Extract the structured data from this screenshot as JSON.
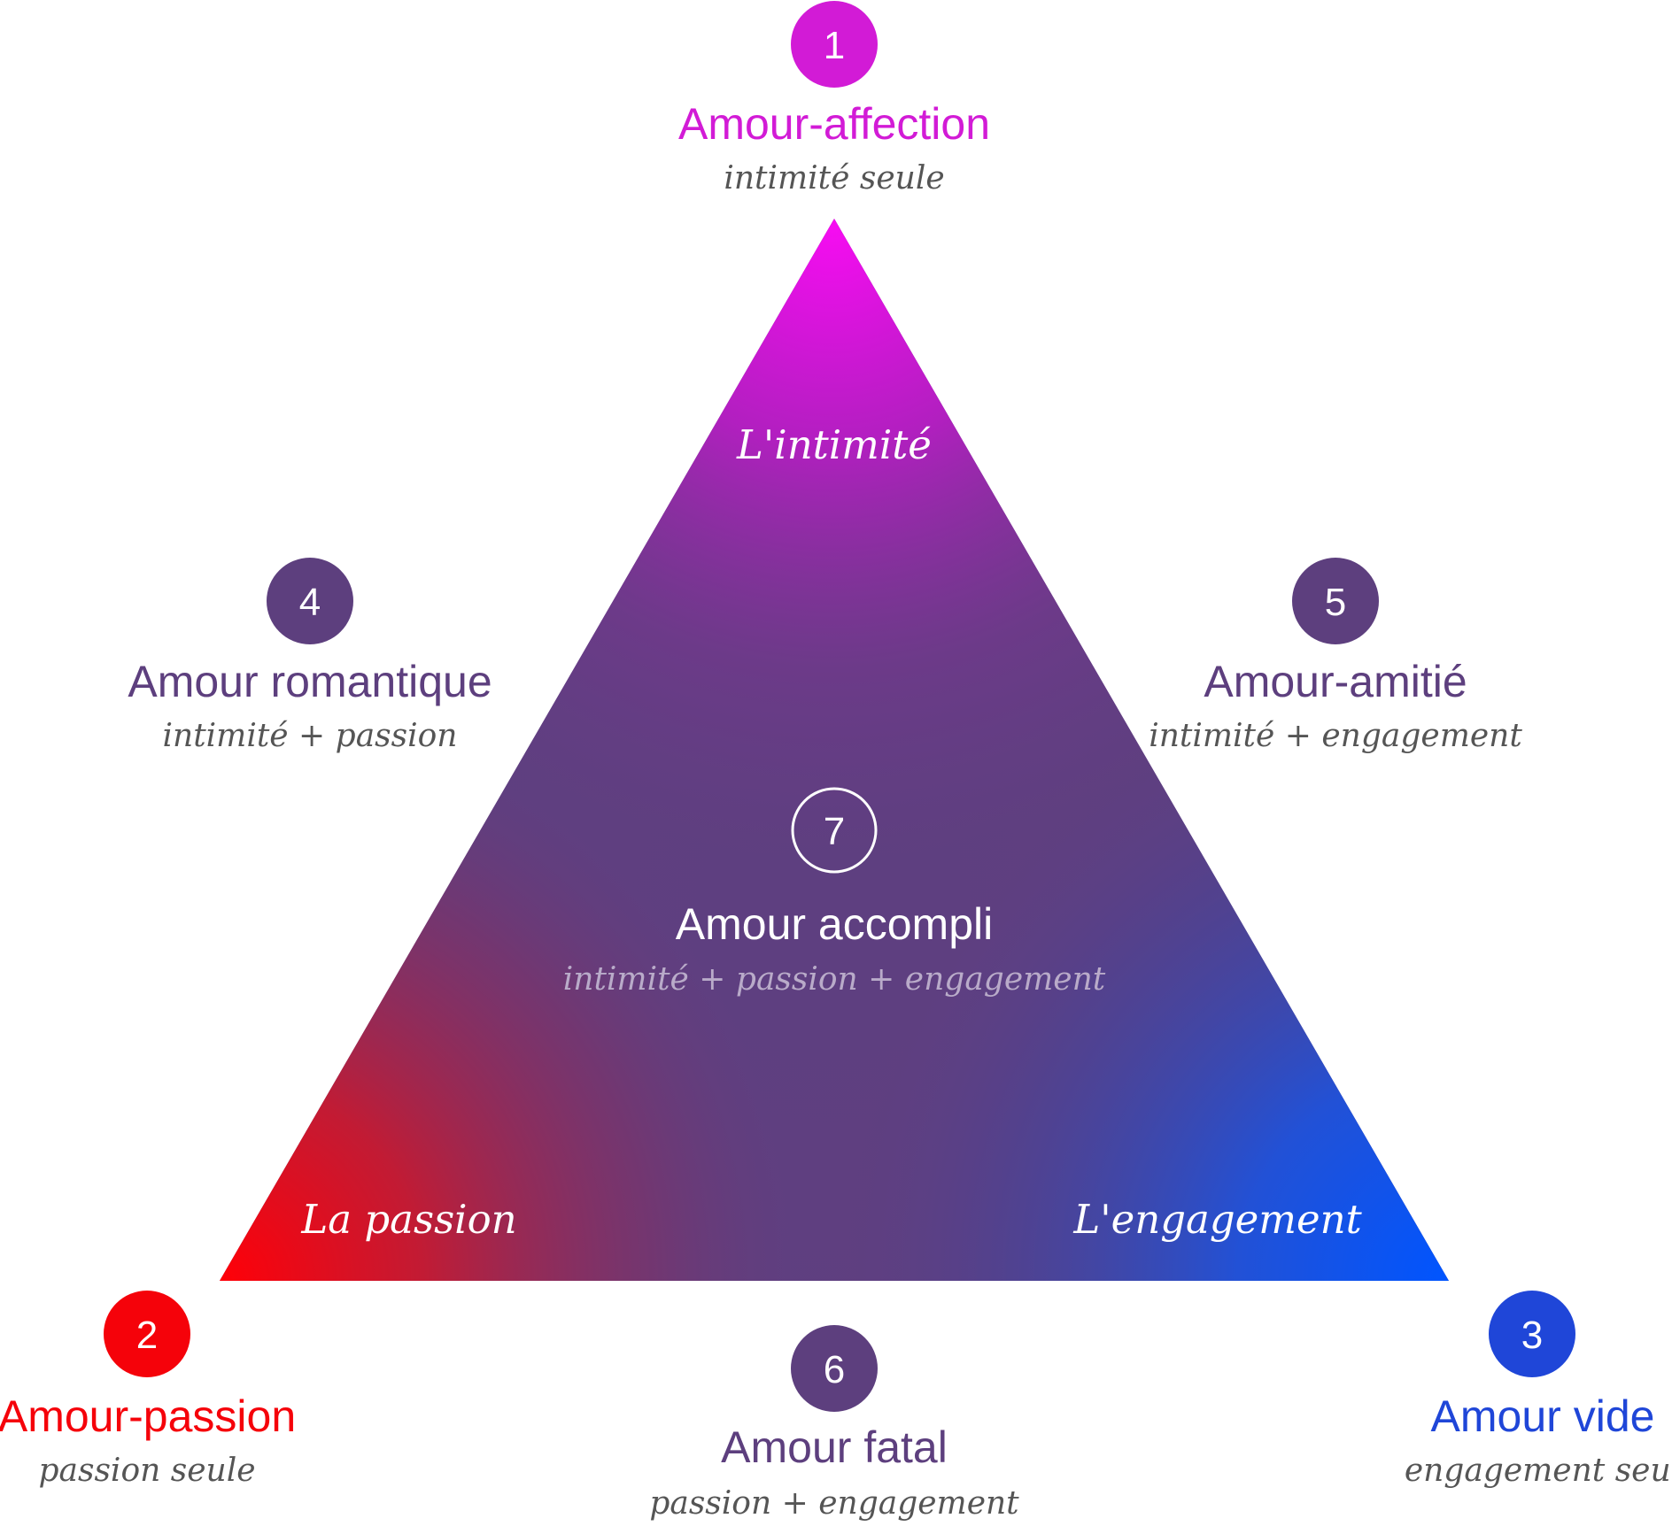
{
  "colors": {
    "magenta": "#D21BD6",
    "red": "#F5020A",
    "blue": "#1F46D8",
    "purple": "#5D3F7E",
    "subtitle_gray": "#555555",
    "center_subtitle": "#B9ABC9",
    "white": "#FFFFFF",
    "gradient_top": "#F50EF0",
    "gradient_center": "#5E3F80",
    "gradient_left": "#FF0008",
    "gradient_right": "#0055FF"
  },
  "triangle": {
    "vertex_labels": {
      "top": "L'intimité",
      "left": "La passion",
      "right": "L'engagement"
    }
  },
  "nodes": [
    {
      "id": "n1",
      "number": "1",
      "title": "Amour-affection",
      "subtitle": "intimité seule",
      "color": "magenta",
      "style": "filled"
    },
    {
      "id": "n2",
      "number": "2",
      "title": "Amour-passion",
      "subtitle": "passion seule",
      "color": "red",
      "style": "filled"
    },
    {
      "id": "n3",
      "number": "3",
      "title": "Amour vide",
      "subtitle": "engagement seul",
      "color": "blue",
      "style": "filled"
    },
    {
      "id": "n4",
      "number": "4",
      "title": "Amour romantique",
      "subtitle": "intimité + passion",
      "color": "purple",
      "style": "filled"
    },
    {
      "id": "n5",
      "number": "5",
      "title": "Amour-amitié",
      "subtitle": "intimité + engagement",
      "color": "purple",
      "style": "filled"
    },
    {
      "id": "n6",
      "number": "6",
      "title": "Amour fatal",
      "subtitle": "passion + engagement",
      "color": "purple",
      "style": "filled"
    },
    {
      "id": "n7",
      "number": "7",
      "title": "Amour accompli",
      "subtitle": "intimité + passion + engagement",
      "color": "white",
      "style": "outline"
    }
  ]
}
